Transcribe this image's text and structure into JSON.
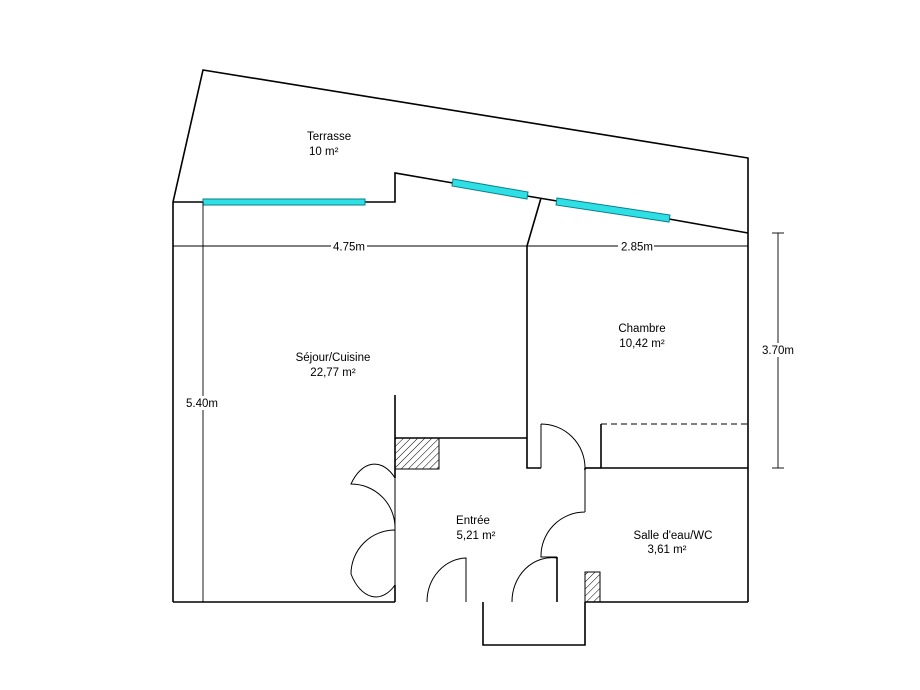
{
  "rooms": {
    "terrasse": {
      "name": "Terrasse",
      "area": "10  m²"
    },
    "sejour": {
      "name": "Séjour/Cuisine",
      "area": "22,77  m²"
    },
    "chambre": {
      "name": "Chambre",
      "area": "10,42  m²"
    },
    "entree": {
      "name": "Entrée",
      "area": "5,21  m²"
    },
    "salle_eau": {
      "name": "Salle d'eau/WC",
      "area": "3,61  m²"
    }
  },
  "dimensions": {
    "width_left": "4.75m",
    "width_right": "2.85m",
    "height_left": "5.40m",
    "height_right": "3.70m"
  },
  "colors": {
    "window": "#2ee0e6",
    "wall": "#000000",
    "background": "#ffffff"
  }
}
